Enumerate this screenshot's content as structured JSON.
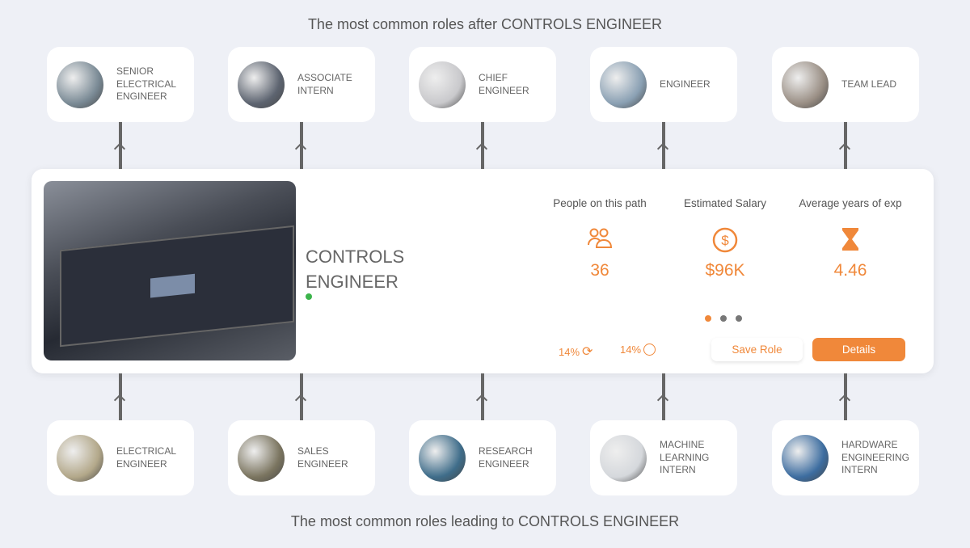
{
  "top_heading": "The most common roles after CONTROLS ENGINEER",
  "bottom_heading": "The most common roles leading to CONTROLS ENGINEER",
  "next_roles": [
    {
      "label": "SENIOR\nELECTRICAL\nENGINEER",
      "color": "#7a8a95"
    },
    {
      "label": "ASSOCIATE\nINTERN",
      "color": "#5d6470"
    },
    {
      "label": "CHIEF\nENGINEER",
      "color": "#c9c9cc"
    },
    {
      "label": "ENGINEER",
      "color": "#8aa0b3"
    },
    {
      "label": "TEAM LEAD",
      "color": "#9a8f85"
    }
  ],
  "prev_roles": [
    {
      "label": "ELECTRICAL\nENGINEER",
      "color": "#b3a88a"
    },
    {
      "label": "SALES\nENGINEER",
      "color": "#7b7560"
    },
    {
      "label": "RESEARCH\nENGINEER",
      "color": "#3f6d8a"
    },
    {
      "label": "MACHINE\nLEARNING\nINTERN",
      "color": "#d5d8dc"
    },
    {
      "label": "HARDWARE\nENGINEERING\nINTERN",
      "color": "#3d6da0"
    }
  ],
  "role": {
    "title": "CONTROLS\nENGINEER",
    "stats": [
      {
        "label": "People on this path",
        "icon": "people-icon",
        "value": "36"
      },
      {
        "label": "Estimated Salary",
        "icon": "dollar-icon",
        "value": "$96K"
      },
      {
        "label": "Average years of exp",
        "icon": "hourglass-icon",
        "value": "4.46"
      }
    ],
    "pct1": "14%",
    "pct2": "14%",
    "save_label": "Save Role",
    "details_label": "Details"
  },
  "colors": {
    "accent": "#f0883a",
    "bg": "#eef0f6"
  }
}
